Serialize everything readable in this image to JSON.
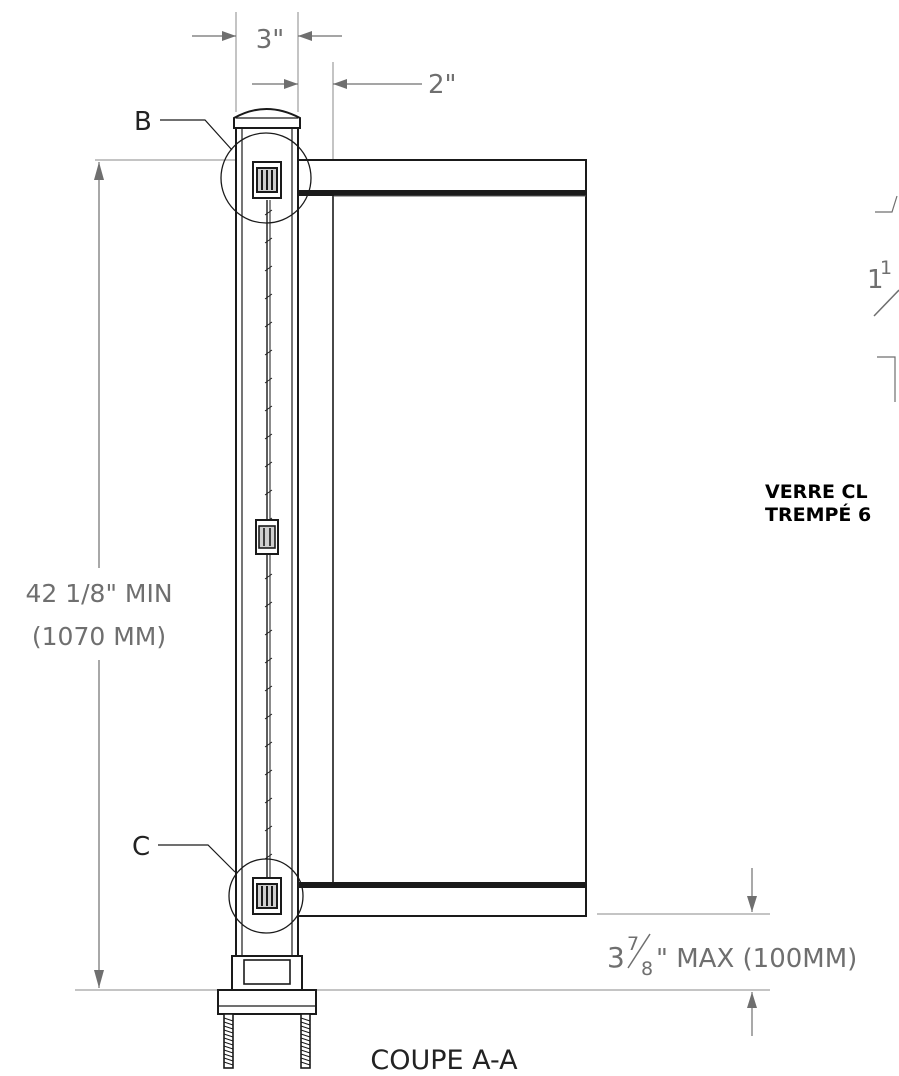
{
  "dimensions": {
    "post_width": "3\"",
    "offset": "2\"",
    "height_line1": "42 1/8\" MIN",
    "height_line2": "(1070 MM)",
    "gap_whole": "3",
    "gap_num": "7",
    "gap_den": "8",
    "gap_rest": "\" MAX (100MM)",
    "right_whole": "1",
    "right_num": "1"
  },
  "callouts": {
    "b": "B",
    "c": "C"
  },
  "glass_label": {
    "line1": "VERRE CL",
    "line2": "TREMPÉ 6"
  },
  "section_title": "COUPE A-A"
}
